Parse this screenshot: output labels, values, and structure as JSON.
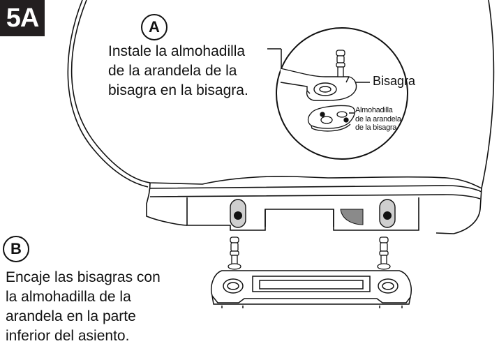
{
  "step_label": "5A",
  "part_a": {
    "letter": "A",
    "lines": [
      "Instale la almohadilla",
      "de la arandela de la",
      "bisagra en la bisagra."
    ],
    "callout_hinge": "Bisagra",
    "callout_pad_lines": [
      "Almohadilla",
      "de la arandela",
      "de la bisagra"
    ]
  },
  "part_b": {
    "letter": "B",
    "lines": [
      "Encaje las bisagras con",
      "la almohadilla de la",
      "arandela en la parte",
      "inferior del asiento."
    ]
  }
}
